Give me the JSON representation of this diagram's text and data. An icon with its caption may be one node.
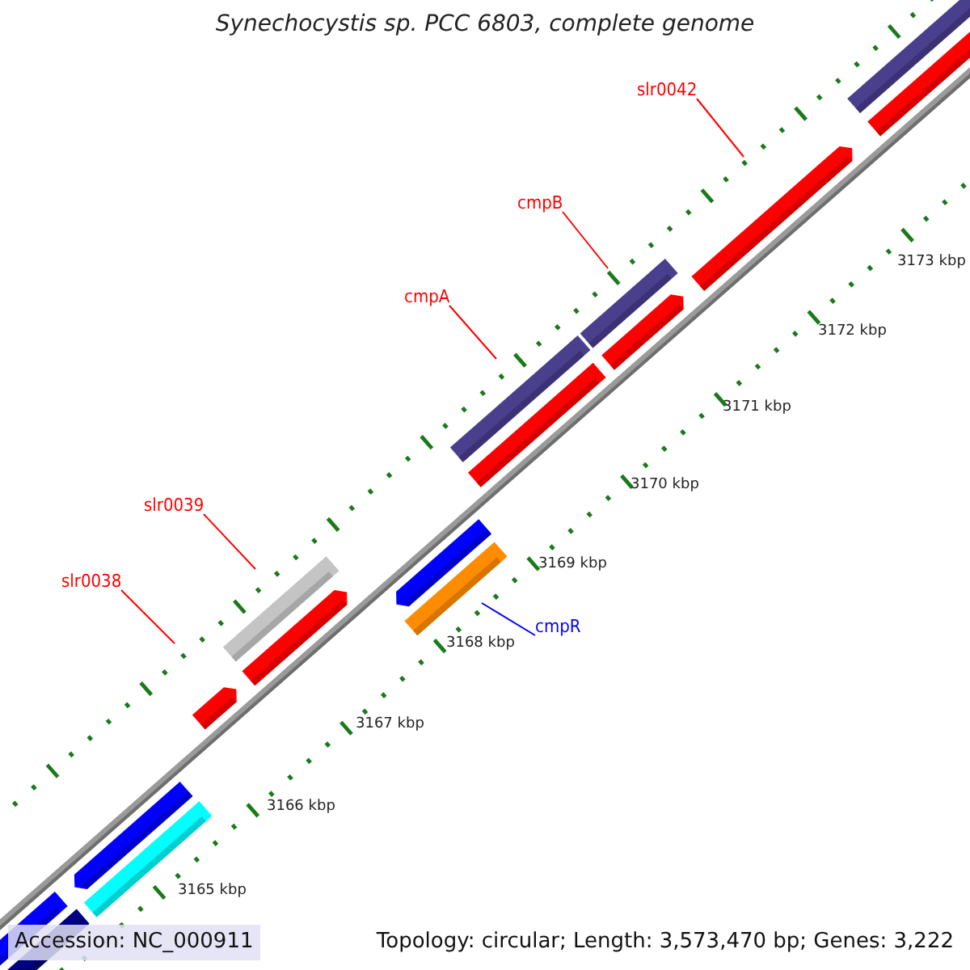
{
  "diagram": {
    "title": "Synechocystis sp. PCC 6803, complete genome",
    "nodes": [
      {
        "text": [
          "slr0042"
        ]
      },
      {
        "text": [
          "cmpB"
        ]
      },
      {
        "text": [
          "cmpA"
        ]
      },
      {
        "text": [
          "slr0039"
        ]
      },
      {
        "text": [
          "slr0038"
        ]
      },
      {
        "text": [
          "cmpR"
        ]
      }
    ],
    "edges": [
      {
        "from": 0,
        "to": null,
        "arrow": "none"
      },
      {
        "from": 1,
        "to": null,
        "arrow": "none"
      },
      {
        "from": 2,
        "to": null,
        "arrow": "none"
      },
      {
        "from": 3,
        "to": null,
        "arrow": "none"
      },
      {
        "from": 4,
        "to": null,
        "arrow": "none"
      },
      {
        "from": 5,
        "to": null,
        "arrow": "none",
        "color": "#0000ff"
      }
    ],
    "labels": [
      "3165 kbp",
      "3166 kbp",
      "3167 kbp",
      "3168 kbp",
      "3169 kbp",
      "3170 kbp",
      "3171 kbp",
      "3172 kbp",
      "3173 kbp",
      "Accession: NC_000911",
      "Topology: circular; Length: 3,573,470 bp; Genes: 3,222"
    ]
  }
}
